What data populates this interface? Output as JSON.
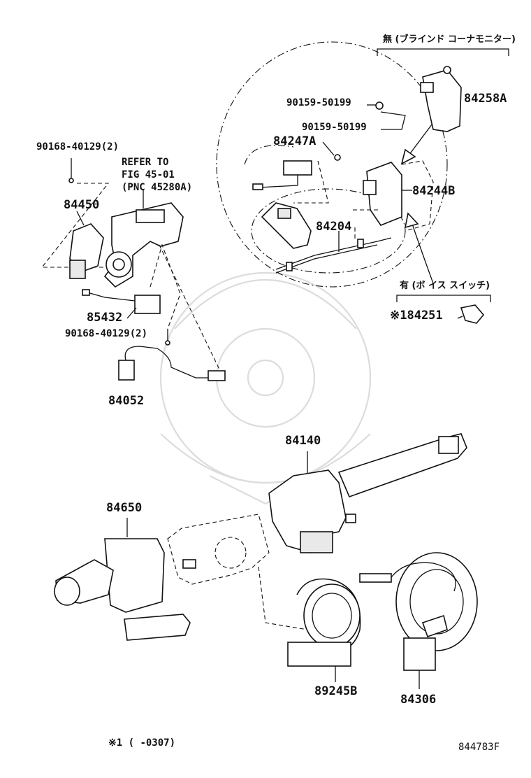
{
  "diagram": {
    "labels": {
      "without_blind_corner_monitor": "無 (ブラインド コーナモニター)",
      "with_voice_switch": "有 (ボ イス スイッチ)",
      "p84258a": "84258A",
      "p90159_a": "90159-50199",
      "p90159_b": "90159-50199",
      "p84247a": "84247A",
      "p84244b": "84244B",
      "p84204": "84204",
      "p84251": "※184251",
      "p90168_a": "90168-40129(2)",
      "refer1": "REFER TO",
      "refer2": "FIG 45-01",
      "refer3": "(PNC 45280A)",
      "p84450": "84450",
      "p85432": "85432",
      "p90168_b": "90168-40129(2)",
      "p84052": "84052",
      "p84140": "84140",
      "p84650": "84650",
      "p89245b": "89245B",
      "p84306": "84306",
      "footnote": "※1 (   -0307)",
      "figure_id": "844783F"
    }
  }
}
